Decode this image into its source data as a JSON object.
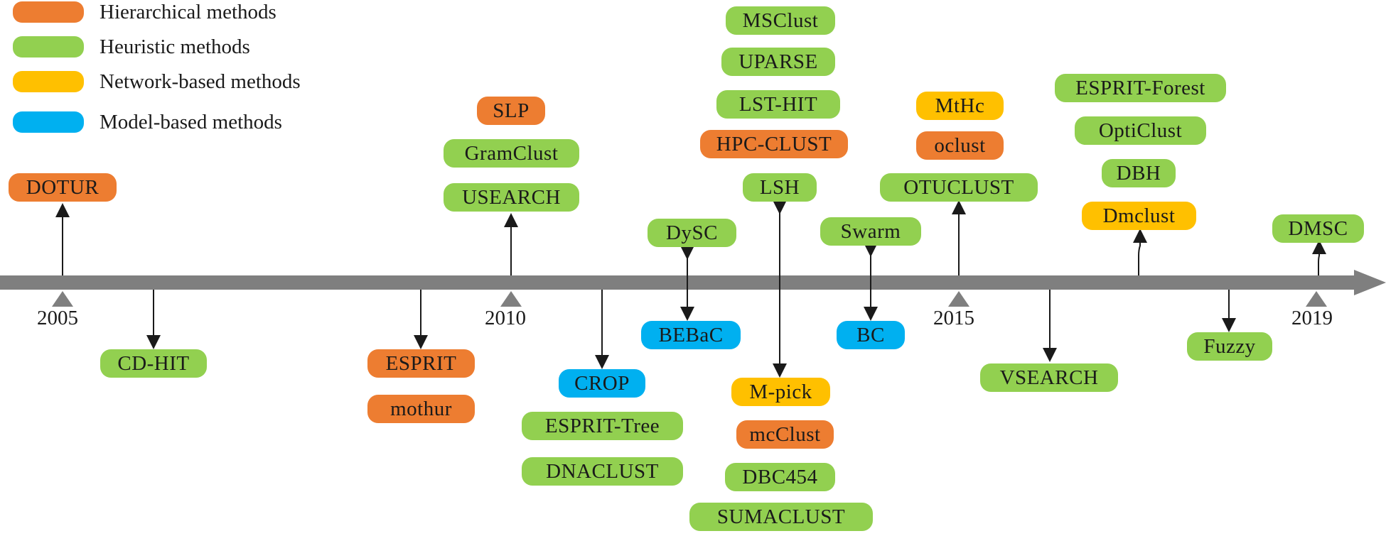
{
  "colors": {
    "hierarchical": "#ed7d31",
    "heuristic": "#92d050",
    "network": "#ffc000",
    "model": "#00b0f0",
    "axis": "#7f7f7f"
  },
  "legend": [
    {
      "label": "Hierarchical methods",
      "category": "hierarchical"
    },
    {
      "label": "Heuristic methods",
      "category": "heuristic"
    },
    {
      "label": "Network-based methods",
      "category": "network"
    },
    {
      "label": "Model-based methods",
      "category": "model"
    }
  ],
  "years": [
    "2005",
    "2010",
    "2015",
    "2019"
  ],
  "methods": {
    "dotur": {
      "label": "DOTUR",
      "category": "hierarchical"
    },
    "cdhit": {
      "label": "CD-HIT",
      "category": "heuristic"
    },
    "esprit": {
      "label": "ESPRIT",
      "category": "hierarchical"
    },
    "mothur": {
      "label": "mothur",
      "category": "hierarchical"
    },
    "slp": {
      "label": "SLP",
      "category": "hierarchical"
    },
    "gramclust": {
      "label": "GramClust",
      "category": "heuristic"
    },
    "usearch": {
      "label": "USEARCH",
      "category": "heuristic"
    },
    "crop": {
      "label": "CROP",
      "category": "model"
    },
    "esprittree": {
      "label": "ESPRIT-Tree",
      "category": "heuristic"
    },
    "dnaclust": {
      "label": "DNACLUST",
      "category": "heuristic"
    },
    "dysc": {
      "label": "DySC",
      "category": "heuristic"
    },
    "bebac": {
      "label": "BEBaC",
      "category": "model"
    },
    "msclust": {
      "label": "MSClust",
      "category": "heuristic"
    },
    "uparse": {
      "label": "UPARSE",
      "category": "heuristic"
    },
    "lsthit": {
      "label": "LST-HIT",
      "category": "heuristic"
    },
    "hpcclust": {
      "label": "HPC-CLUST",
      "category": "hierarchical"
    },
    "lsh": {
      "label": "LSH",
      "category": "heuristic"
    },
    "mpick": {
      "label": "M-pick",
      "category": "network"
    },
    "mcclust": {
      "label": "mcClust",
      "category": "hierarchical"
    },
    "dbc454": {
      "label": "DBC454",
      "category": "heuristic"
    },
    "sumaclust": {
      "label": "SUMACLUST",
      "category": "heuristic"
    },
    "swarm": {
      "label": "Swarm",
      "category": "heuristic"
    },
    "bc": {
      "label": "BC",
      "category": "model"
    },
    "mthc": {
      "label": "MtHc",
      "category": "network"
    },
    "oclust": {
      "label": "oclust",
      "category": "hierarchical"
    },
    "otuclust": {
      "label": "OTUCLUST",
      "category": "heuristic"
    },
    "vsearch": {
      "label": "VSEARCH",
      "category": "heuristic"
    },
    "espritforest": {
      "label": "ESPRIT-Forest",
      "category": "heuristic"
    },
    "opticlust": {
      "label": "OptiClust",
      "category": "heuristic"
    },
    "dbh": {
      "label": "DBH",
      "category": "heuristic"
    },
    "dmclust": {
      "label": "Dmclust",
      "category": "network"
    },
    "fuzzy": {
      "label": "Fuzzy",
      "category": "heuristic"
    },
    "dmsc": {
      "label": "DMSC",
      "category": "heuristic"
    }
  }
}
